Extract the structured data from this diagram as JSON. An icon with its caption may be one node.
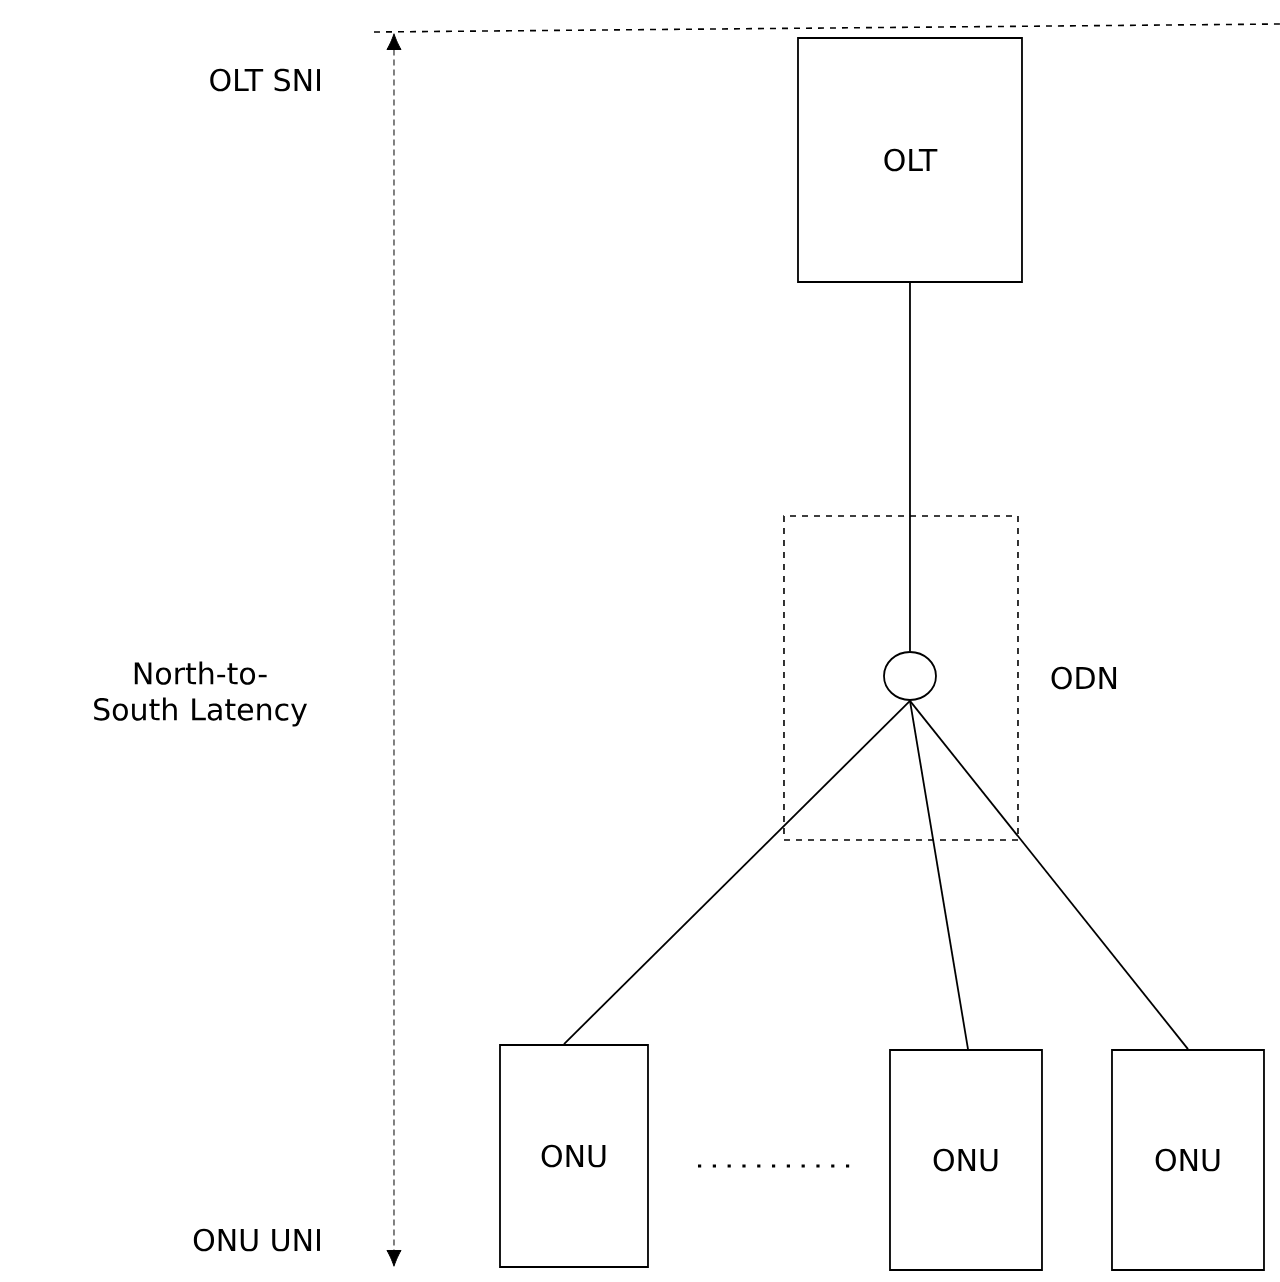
{
  "diagram": {
    "nodes": [
      {
        "text": [
          "OLT"
        ]
      },
      {
        "text": [
          "ODN"
        ]
      },
      {
        "text": [],
        "shape": "circle",
        "in": 1
      },
      {
        "text": [
          "ONU"
        ]
      },
      {
        "text": [
          "ONU"
        ]
      },
      {
        "text": [
          "ONU"
        ]
      }
    ],
    "edges": [
      {
        "from": 0,
        "to": 2,
        "arrow": "none"
      },
      {
        "from": 2,
        "to": 3,
        "arrow": "none"
      },
      {
        "from": 2,
        "to": 4,
        "arrow": "none"
      },
      {
        "from": 2,
        "to": 5,
        "arrow": "none"
      }
    ],
    "labels": [
      "OLT SNI",
      "North-to-South Latency",
      "ONU UNI"
    ]
  }
}
